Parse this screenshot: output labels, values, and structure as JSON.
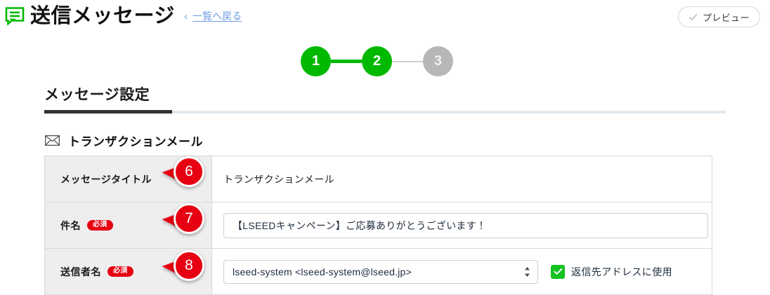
{
  "header": {
    "logo_icon": "message-bubble-icon",
    "title": "送信メッセージ",
    "back_chevron": "‹",
    "back_link": "一覧へ戻る",
    "preview_button": {
      "icon": "check-icon",
      "label": "プレビュー"
    }
  },
  "stepper": {
    "steps": [
      {
        "number": "1",
        "state": "done"
      },
      {
        "number": "2",
        "state": "done"
      },
      {
        "number": "3",
        "state": "todo"
      }
    ],
    "connectors": [
      {
        "state": "done"
      },
      {
        "state": "todo"
      }
    ],
    "colors": {
      "done": "#00b900",
      "todo": "#b7b7b7"
    }
  },
  "tabs": [
    {
      "label": "メッセージ設定",
      "active": true
    }
  ],
  "section": {
    "icon": "envelope-icon",
    "title": "トランザクションメール"
  },
  "form": {
    "required_badge": "必須",
    "rows": [
      {
        "label": "メッセージタイトル",
        "required": false,
        "type": "text-static",
        "value": "トランザクションメール",
        "annotation": "6"
      },
      {
        "label": "件名",
        "required": true,
        "type": "text-input",
        "value": "【LSEEDキャンペーン】ご応募ありがとうございます！",
        "placeholder": "",
        "annotation": "7"
      },
      {
        "label": "送信者名",
        "required": true,
        "type": "select-with-checkbox",
        "value": "lseed-system <lseed-system@lseed.jp>",
        "checkbox_label": "返信先アドレスに使用",
        "checkbox_checked": true,
        "annotation": "8"
      }
    ]
  },
  "colors": {
    "brand_green": "#00b900",
    "checkbox_green": "#14c221",
    "required_red": "#e60012",
    "annotation_red": "#e60012",
    "link_blue": "#6f9ce6",
    "tab_active_underline": "#333333",
    "tab_track": "#e1e8ef",
    "label_cell_bg": "#eeeeee"
  }
}
